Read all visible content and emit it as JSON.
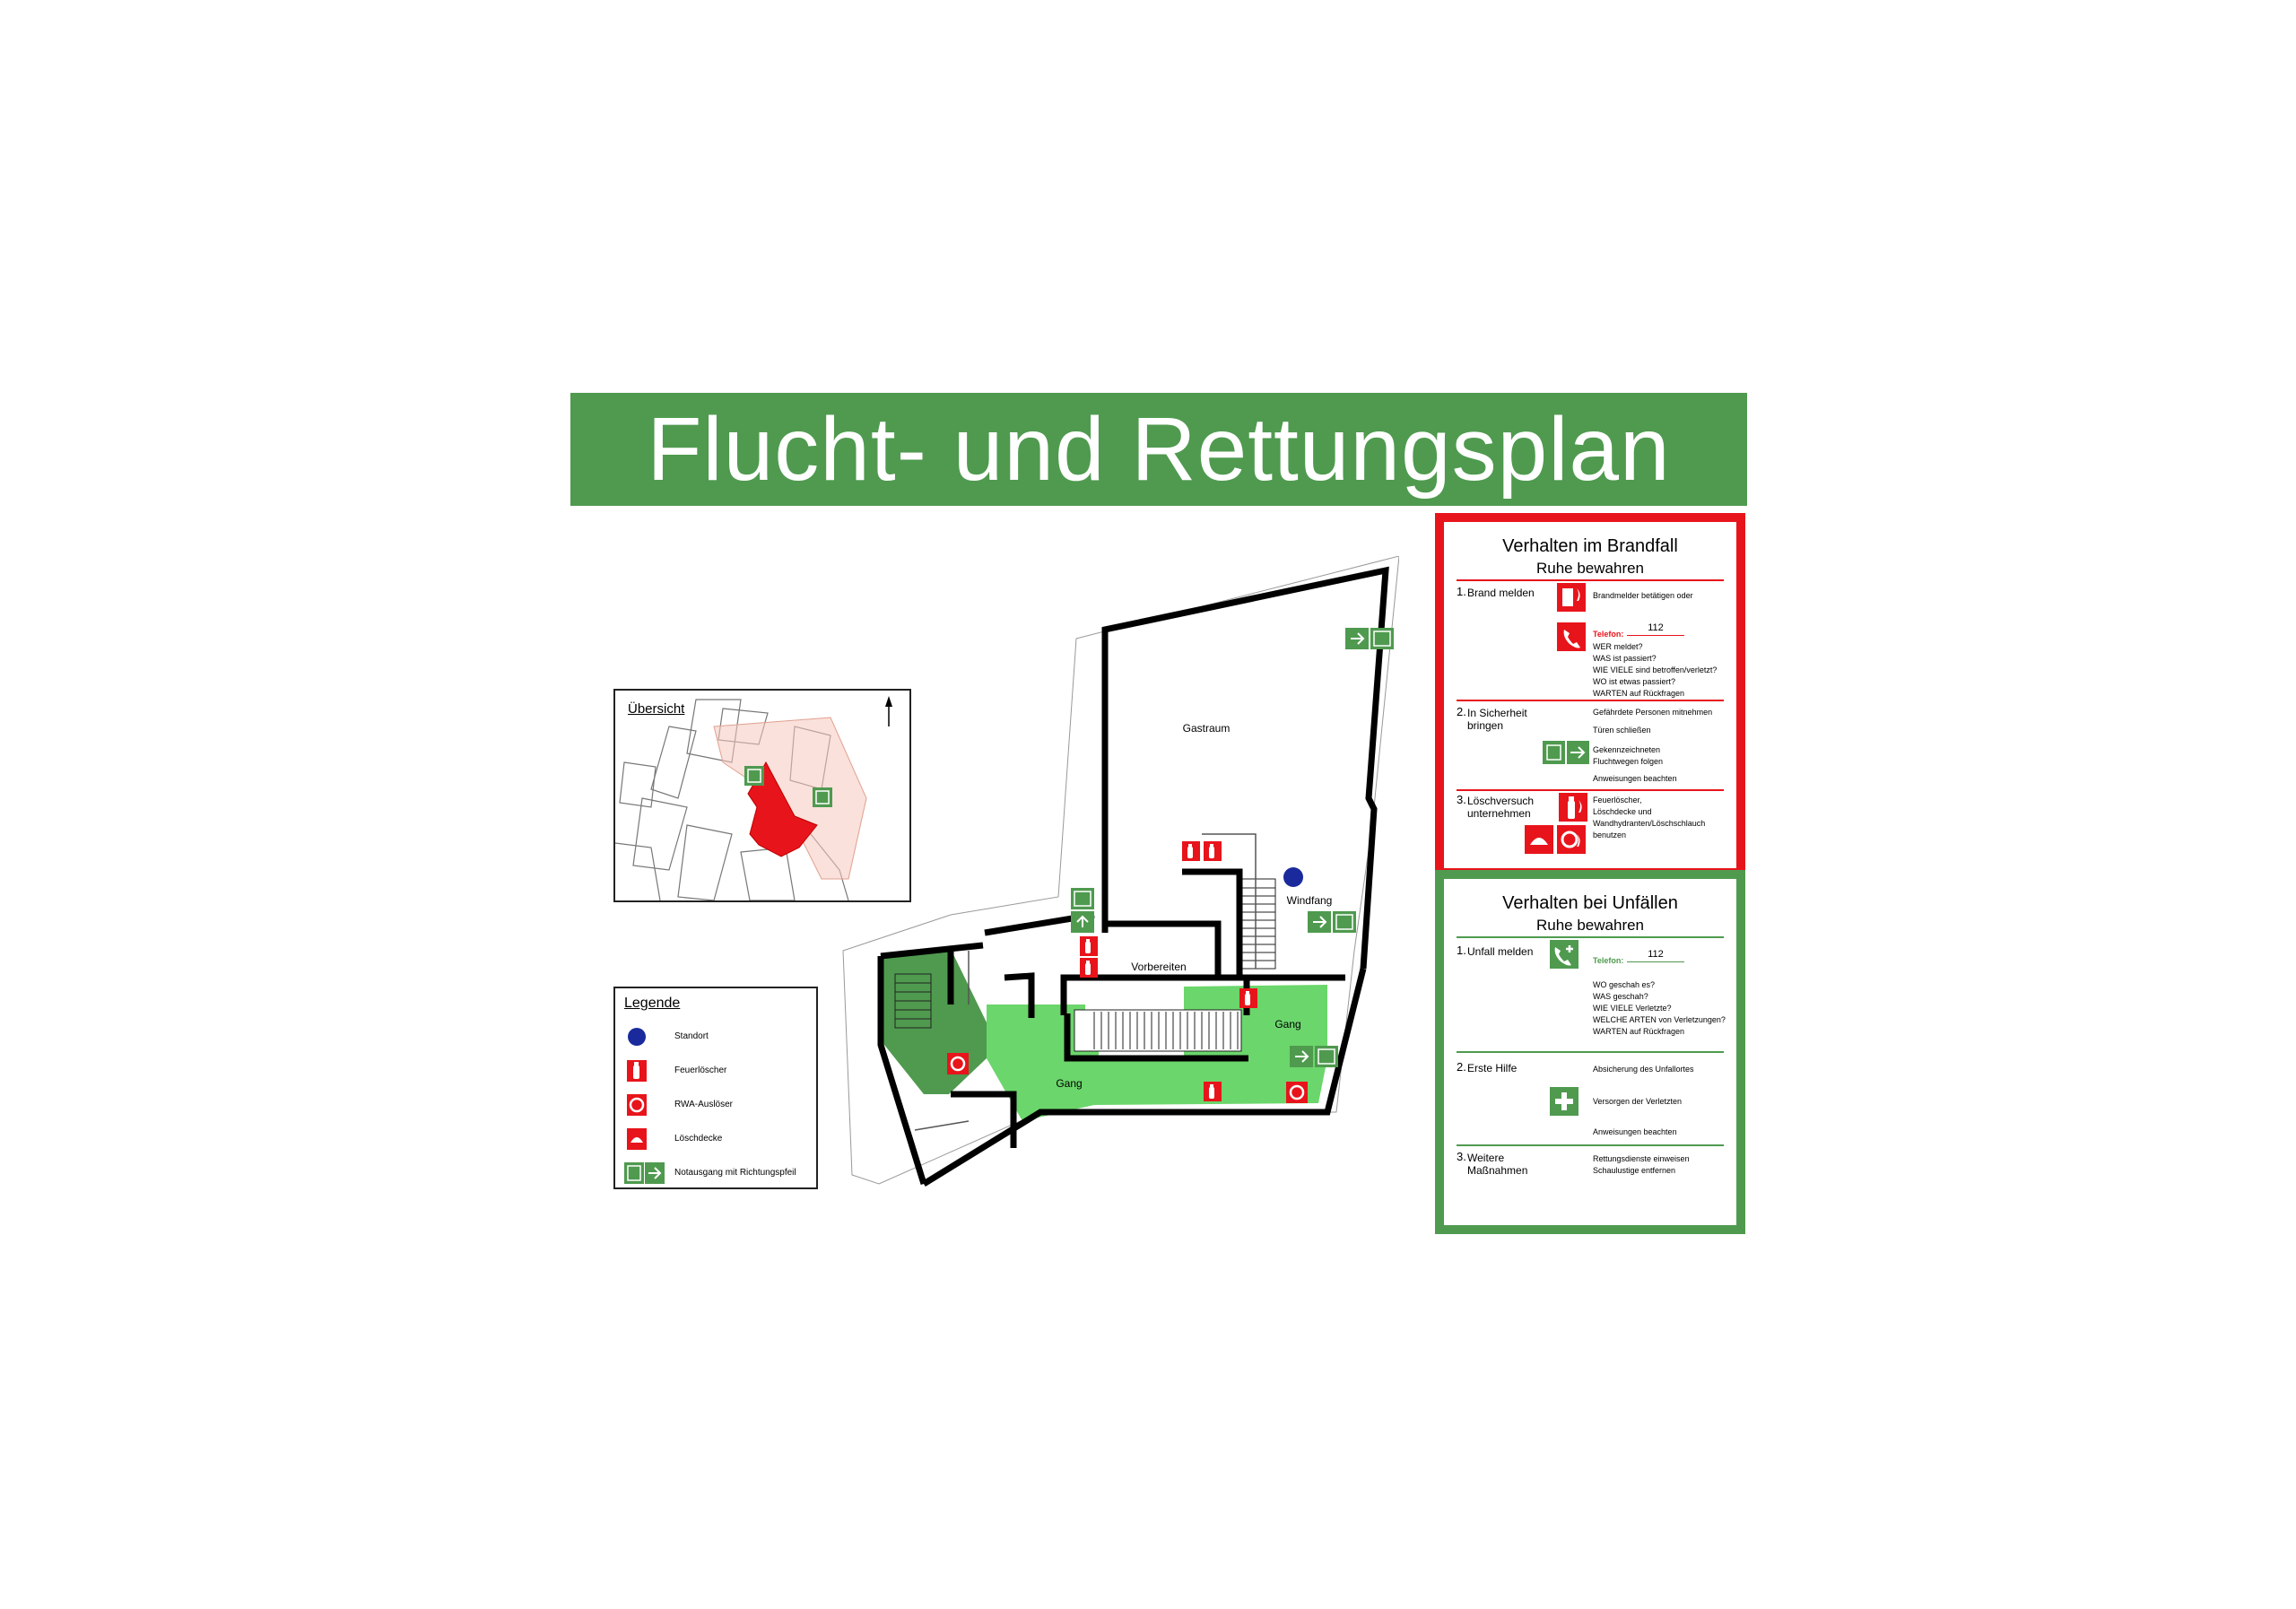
{
  "title": "Flucht- und Rettungsplan",
  "colors": {
    "escape_green": "#4f9a4f",
    "route_green": "#6bd66b",
    "stair_green": "#4f9a4f",
    "fire_red": "#e8141b",
    "location_blue": "#1a2a9c"
  },
  "overview": {
    "title": "Übersicht",
    "icons": [
      "north-arrow-icon",
      "emergency-exit-icon"
    ]
  },
  "legend": {
    "title": "Legende",
    "items": [
      {
        "label": "Standort",
        "icon": "location-dot-icon"
      },
      {
        "label": "Feuerlöscher",
        "icon": "fire-extinguisher-icon"
      },
      {
        "label": "RWA-Auslöser",
        "icon": "smoke-vent-trigger-icon"
      },
      {
        "label": "Löschdecke",
        "icon": "fire-blanket-icon"
      },
      {
        "label": "Notausgang mit Richtungspfeil",
        "icon": "emergency-exit-arrow-icon"
      }
    ]
  },
  "floorplan": {
    "rooms": {
      "gastraum": "Gastraum",
      "windfang": "Windfang",
      "vorbereiten": "Vorbereiten",
      "gang_left": "Gang",
      "gang_right": "Gang"
    }
  },
  "fire_panel": {
    "title": "Verhalten im Brandfall",
    "subtitle": "Ruhe bewahren",
    "steps": [
      {
        "num": "1.",
        "label": "Brand melden",
        "lines": [
          "Brandmelder betätigen oder"
        ]
      },
      {
        "num": "2.",
        "label": "In Sicherheit\nbringen",
        "lines": [
          "Gefährdete Personen mitnehmen",
          "Türen schließen",
          "Gekennzeichneten\nFluchtwegen folgen",
          "Anweisungen beachten"
        ]
      },
      {
        "num": "3.",
        "label": "Löschversuch\nunternehmen",
        "lines": [
          "Feuerlöscher,\nLöschdecke und\nWandhydranten/Löschschlauch\nbenutzen"
        ]
      }
    ],
    "phone_label": "Telefon:",
    "phone_number": "112",
    "questions": "WER meldet?\nWAS ist passiert?\nWIE VIELE sind betroffen/verletzt?\nWO ist etwas passiert?\nWARTEN auf Rückfragen"
  },
  "accident_panel": {
    "title": "Verhalten bei Unfällen",
    "subtitle": "Ruhe bewahren",
    "steps": [
      {
        "num": "1.",
        "label": "Unfall melden"
      },
      {
        "num": "2.",
        "label": "Erste Hilfe",
        "lines": [
          "Absicherung des Unfallortes",
          "Versorgen der Verletzten",
          "Anweisungen beachten"
        ]
      },
      {
        "num": "3.",
        "label": "Weitere\nMaßnahmen",
        "lines": [
          "Rettungsdienste einweisen\nSchaulustige entfernen"
        ]
      }
    ],
    "phone_label": "Telefon:",
    "phone_number": "112",
    "questions": "WO geschah es?\nWAS geschah?\nWIE VIELE Verletzte?\nWELCHE ARTEN von Verletzungen?\nWARTEN auf Rückfragen"
  }
}
